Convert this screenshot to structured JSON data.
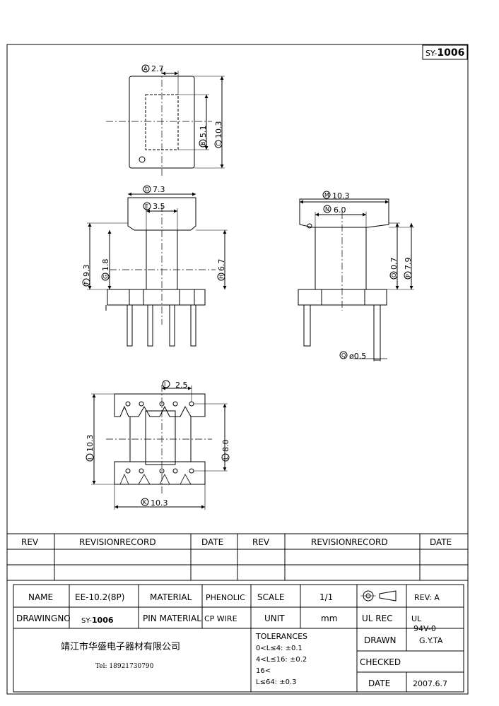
{
  "drawing_number_tag": {
    "prefix": "SY-",
    "number": "1006"
  },
  "dimensions": {
    "A": {
      "letter": "A",
      "value": "2.7"
    },
    "B": {
      "letter": "B",
      "value": "5.1"
    },
    "C": {
      "letter": "C",
      "value": "10.3"
    },
    "D": {
      "letter": "D",
      "value": "7.3"
    },
    "E": {
      "letter": "E",
      "value": "3.5"
    },
    "F": {
      "letter": "F",
      "value": "9.3"
    },
    "G": {
      "letter": "G",
      "value": "1.8"
    },
    "H": {
      "letter": "H",
      "value": "6.7"
    },
    "I": {
      "letter": "I",
      "value": "2.5"
    },
    "J": {
      "letter": "J",
      "value": "10.3"
    },
    "K": {
      "letter": "K",
      "value": "10.3"
    },
    "L": {
      "letter": "L",
      "value": "8.0"
    },
    "M": {
      "letter": "M",
      "value": "10.3"
    },
    "N": {
      "letter": "N",
      "value": "6.0"
    },
    "O": {
      "letter": "O",
      "value": "0.7"
    },
    "P": {
      "letter": "P",
      "value": "7.9"
    },
    "Q": {
      "letter": "Q",
      "value": "ø0.5"
    }
  },
  "revision_table": {
    "rev_header": "REV",
    "record_header": "REVISIONRECORD",
    "date_header": "DATE"
  },
  "title_block": {
    "name_label": "NAME",
    "name_value": "EE-10.2(8P)",
    "material_label": "MATERIAL",
    "material_value": "PHENOLIC",
    "scale_label": "SCALE",
    "scale_value": "1/1",
    "rev_label": "REV: A",
    "drawing_no_label": "DRAWINGNO",
    "drawing_no_prefix": "SY-",
    "drawing_no_number": "1006",
    "pin_material_label": "PIN MATERIAL",
    "pin_material_value": "CP WIRE",
    "unit_label": "UNIT",
    "unit_value": "mm",
    "ul_rec_label": "UL REC",
    "ul_value_line1": "UL",
    "ul_value_line2": "94V-0",
    "company_name": "靖江市华盛电子器材有限公司",
    "company_tel": "Tel: 18921730790",
    "tolerances_title": "TOLERANCES",
    "tolerance_1": "0<L≤4: ±0.1",
    "tolerance_2": "4<L≤16: ±0.2",
    "tolerance_3": "16<",
    "tolerance_4": "L≤64: ±0.3",
    "drawn_label": "DRAWN",
    "drawn_value": "G.Y.TA",
    "checked_label": "CHECKED",
    "date_label": "DATE",
    "date_value": "2007.6.7"
  }
}
